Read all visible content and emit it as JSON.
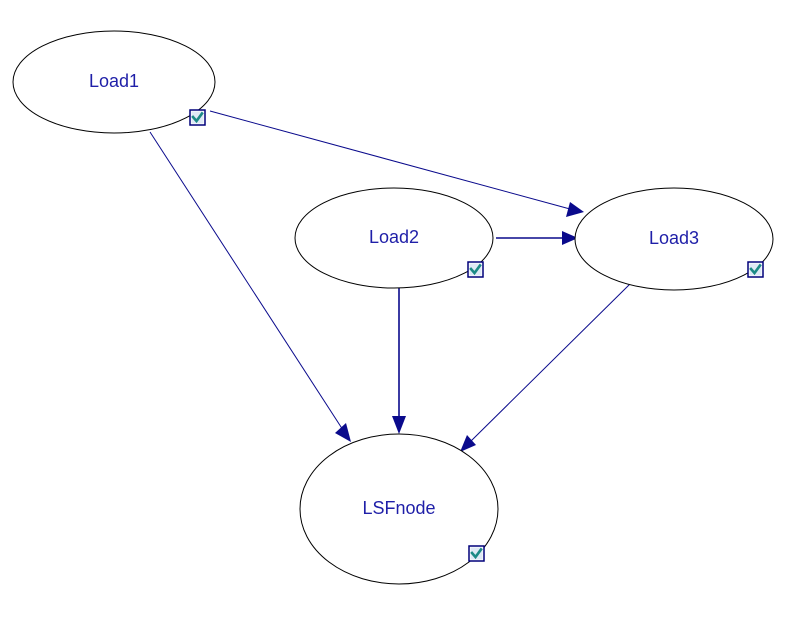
{
  "nodes": {
    "load1": {
      "label": "Load1",
      "checked": true
    },
    "load2": {
      "label": "Load2",
      "checked": true
    },
    "load3": {
      "label": "Load3",
      "checked": true
    },
    "lsfnode": {
      "label": "LSFnode",
      "checked": true
    }
  },
  "edges": [
    {
      "from": "load1",
      "to": "load3"
    },
    {
      "from": "load1",
      "to": "lsfnode"
    },
    {
      "from": "load2",
      "to": "load3"
    },
    {
      "from": "load2",
      "to": "lsfnode"
    },
    {
      "from": "load3",
      "to": "lsfnode"
    }
  ],
  "colors": {
    "edge": "#0a0a8c",
    "label": "#1f1fa8",
    "checkmark": "#1c8a86",
    "checkbox_border": "#00007a"
  }
}
